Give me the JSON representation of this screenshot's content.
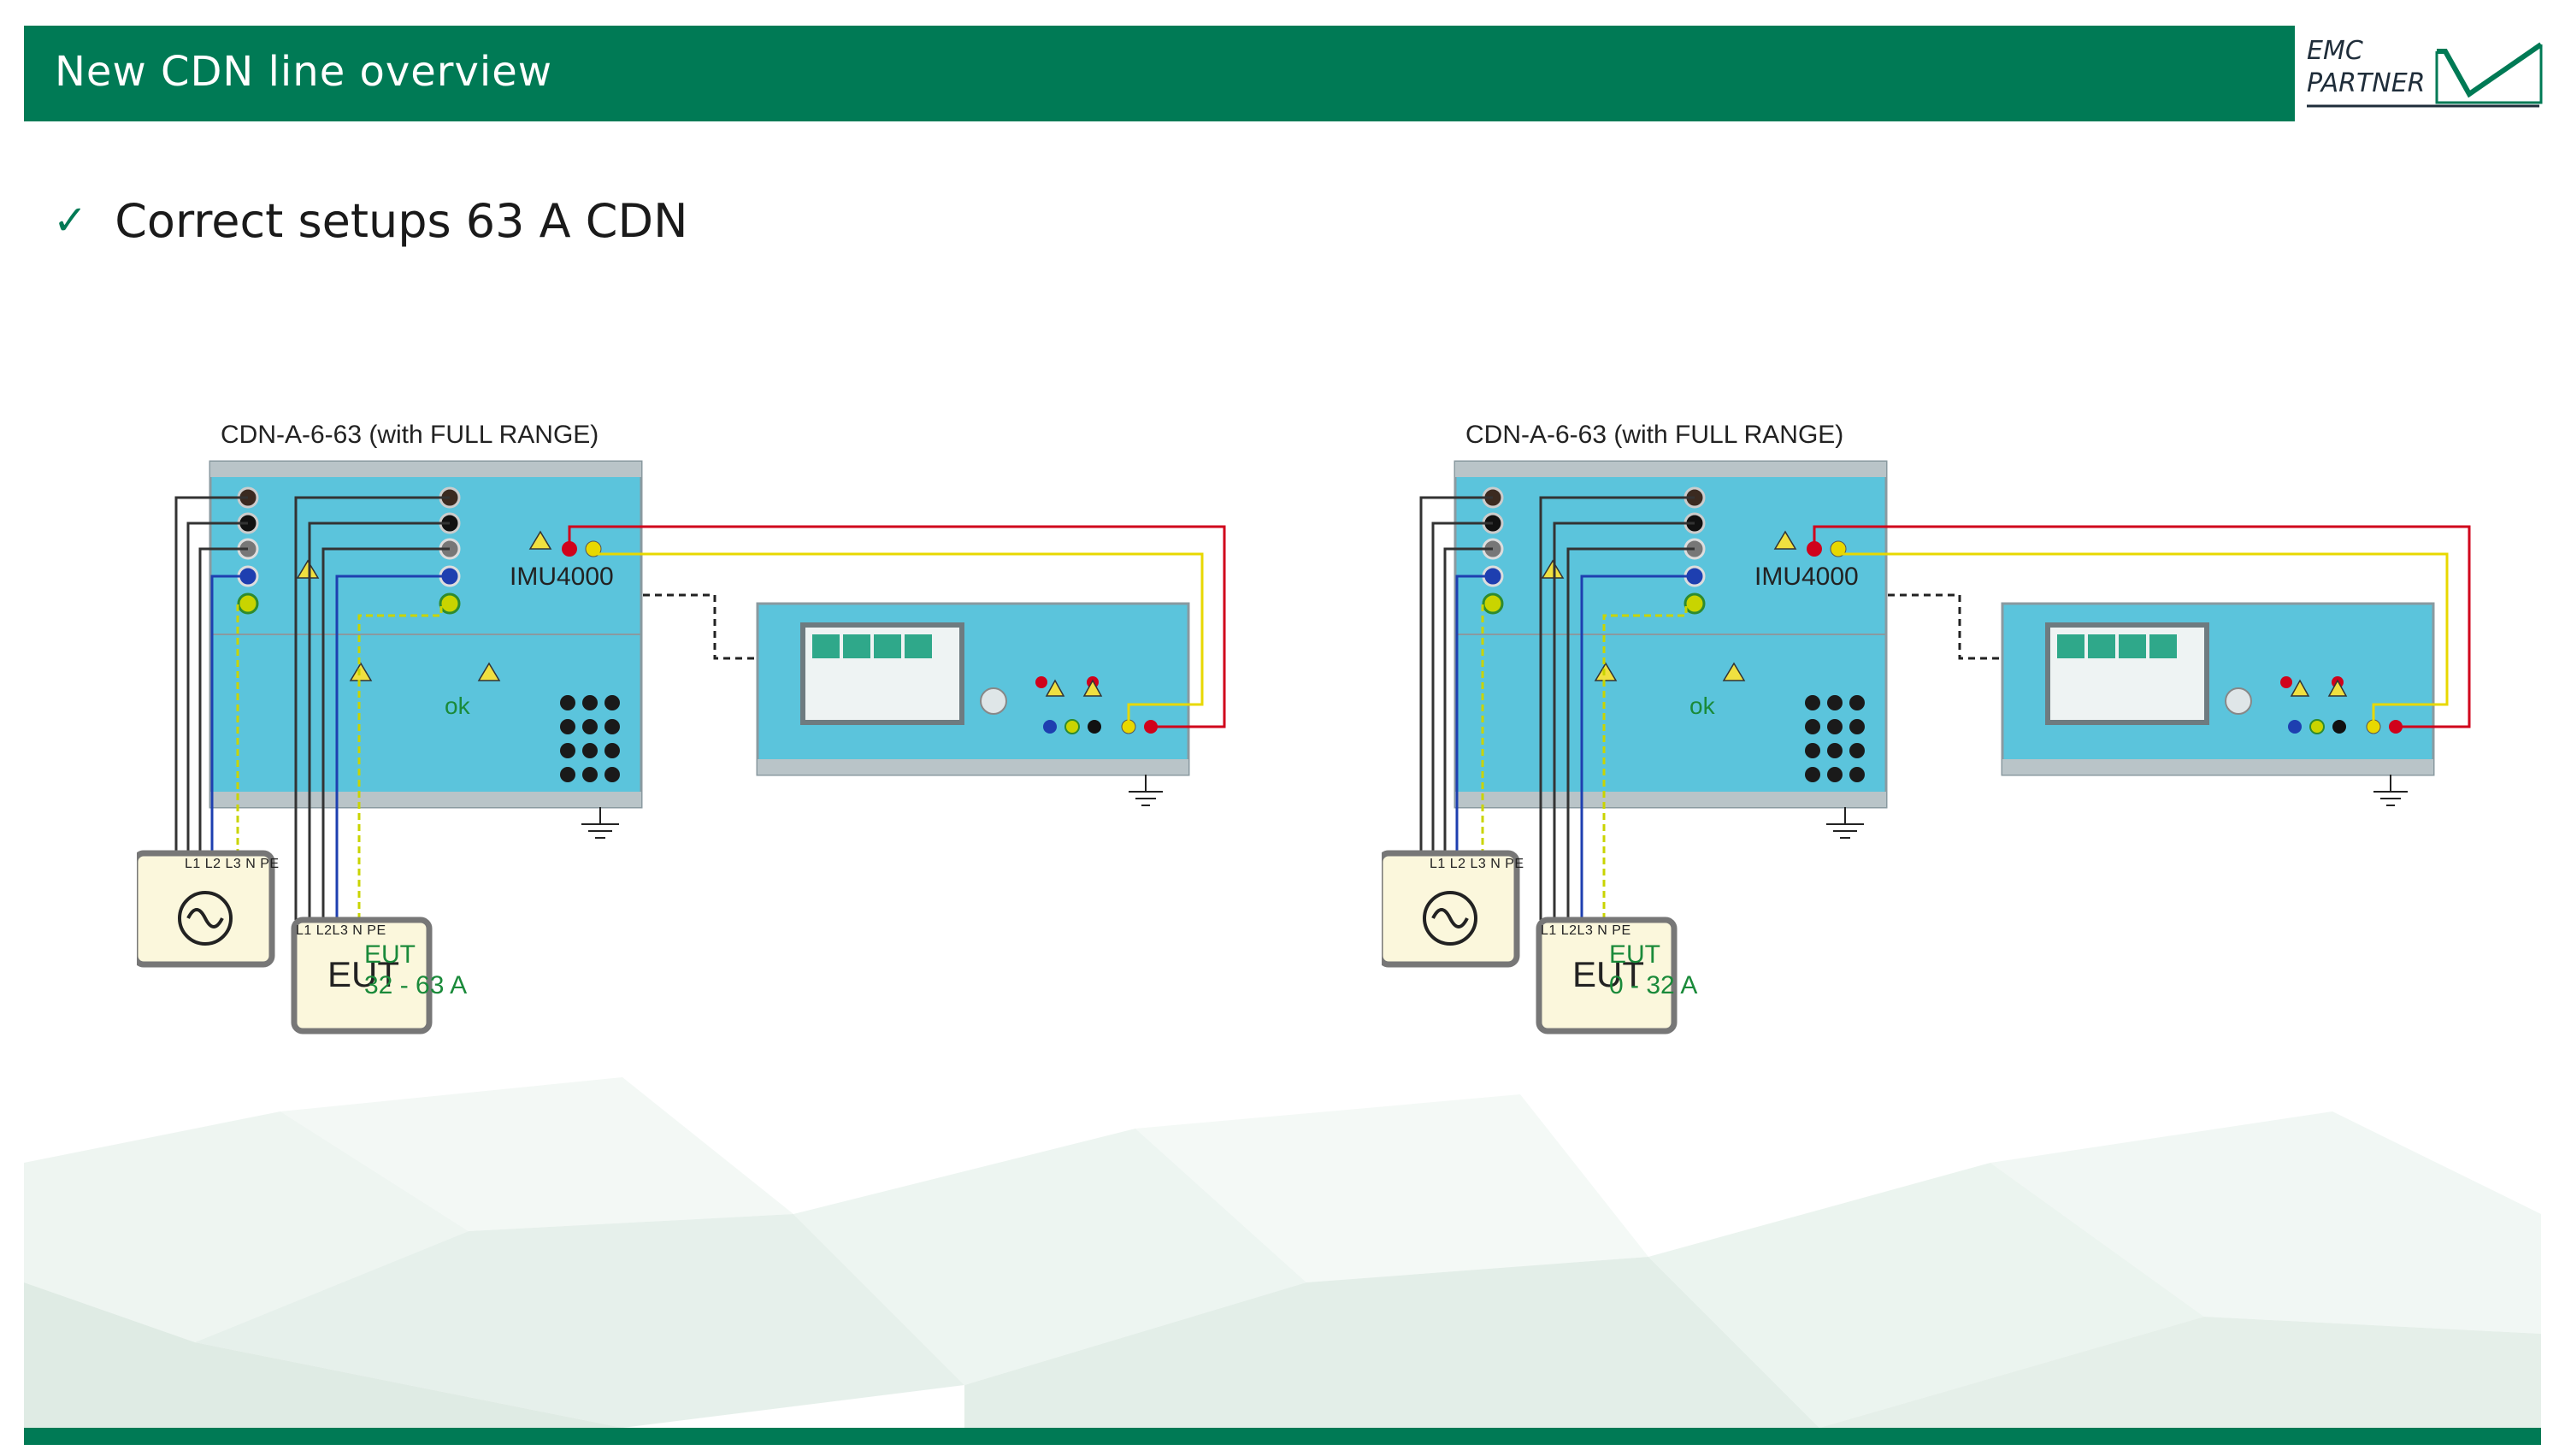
{
  "header": {
    "title": "New CDN line overview",
    "logo_line1": "EMC",
    "logo_line2": "PARTNER"
  },
  "bullet": {
    "icon": "check-icon",
    "text": "Correct setups 63 A CDN"
  },
  "colors": {
    "brand_green": "#007a55",
    "device_blue": "#5bc4dc",
    "wire_red": "#d0021b",
    "wire_yellow": "#e8d800",
    "label_green": "#1a8a3a"
  },
  "setups": [
    {
      "cdn_label": "CDN-A-6-63 (with FULL RANGE)",
      "generator_label": "IMU4000",
      "status": "ok",
      "source_terminals": "L1 L2 L3 N PE",
      "eut_terminals": "L1 L2L3 N PE",
      "eut_box": "EUT",
      "eut_label": "EUT",
      "eut_range": "32 - 63 A"
    },
    {
      "cdn_label": "CDN-A-6-63 (with FULL RANGE)",
      "generator_label": "IMU4000",
      "status": "ok",
      "source_terminals": "L1 L2 L3 N PE",
      "eut_terminals": "L1 L2L3 N PE",
      "eut_box": "EUT",
      "eut_label": "EUT",
      "eut_range": "0 - 32 A"
    }
  ]
}
